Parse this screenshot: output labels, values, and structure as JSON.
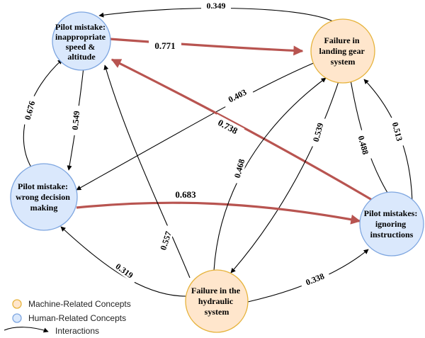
{
  "colors": {
    "machine_fill": "#FFE6CC",
    "machine_stroke": "#E6B33C",
    "human_fill": "#DAE8FC",
    "human_stroke": "#7EA6E0",
    "strong_edge": "#B85450",
    "edge": "#000000"
  },
  "nodes": {
    "pilot_speed": {
      "lines": [
        "Pilot mistake:",
        "inappropriate",
        "speed &",
        "altitude"
      ],
      "kind": "human"
    },
    "landing_gear": {
      "lines": [
        "Failure in",
        "landing gear",
        "system"
      ],
      "kind": "machine"
    },
    "wrong_decision": {
      "lines": [
        "Pilot mistake:",
        "wrong decision",
        "making"
      ],
      "kind": "human"
    },
    "ignoring": {
      "lines": [
        "Pilot mistakes:",
        "ignoring",
        "instructions"
      ],
      "kind": "human"
    },
    "hydraulic": {
      "lines": [
        "Failure in the",
        "hydraulic",
        "system"
      ],
      "kind": "machine"
    }
  },
  "edges": {
    "e_349": {
      "label": "0.349",
      "from": "landing_gear",
      "to": "pilot_speed",
      "strong": false
    },
    "e_771": {
      "label": "0.771",
      "from": "pilot_speed",
      "to": "landing_gear",
      "strong": true
    },
    "e_403": {
      "label": "0.403",
      "from": "landing_gear",
      "to": "wrong_decision",
      "strong": false
    },
    "e_738": {
      "label": "0.738",
      "from": "ignoring",
      "to": "pilot_speed",
      "strong": true
    },
    "e_676": {
      "label": "0.676",
      "from": "wrong_decision",
      "to": "pilot_speed",
      "strong": false
    },
    "e_549": {
      "label": "0.549",
      "from": "pilot_speed",
      "to": "wrong_decision",
      "strong": false
    },
    "e_539": {
      "label": "0.539",
      "from": "landing_gear",
      "to": "hydraulic",
      "strong": false
    },
    "e_488": {
      "label": "0.488",
      "from": "landing_gear",
      "to": "ignoring",
      "strong": false
    },
    "e_513": {
      "label": "0.513",
      "from": "ignoring",
      "to": "landing_gear",
      "strong": false
    },
    "e_683": {
      "label": "0.683",
      "from": "wrong_decision",
      "to": "ignoring",
      "strong": true
    },
    "e_468": {
      "label": "0.468",
      "from": "hydraulic",
      "to": "landing_gear",
      "strong": false
    },
    "e_557": {
      "label": "0.557",
      "from": "hydraulic",
      "to": "pilot_speed",
      "strong": false
    },
    "e_319": {
      "label": "0.319",
      "from": "hydraulic",
      "to": "wrong_decision",
      "strong": false
    },
    "e_338": {
      "label": "0.338",
      "from": "hydraulic",
      "to": "ignoring",
      "strong": false
    }
  },
  "legend": {
    "machine": "Machine-Related Concepts",
    "human": "Human-Related Concepts",
    "interactions": "Interactions"
  }
}
